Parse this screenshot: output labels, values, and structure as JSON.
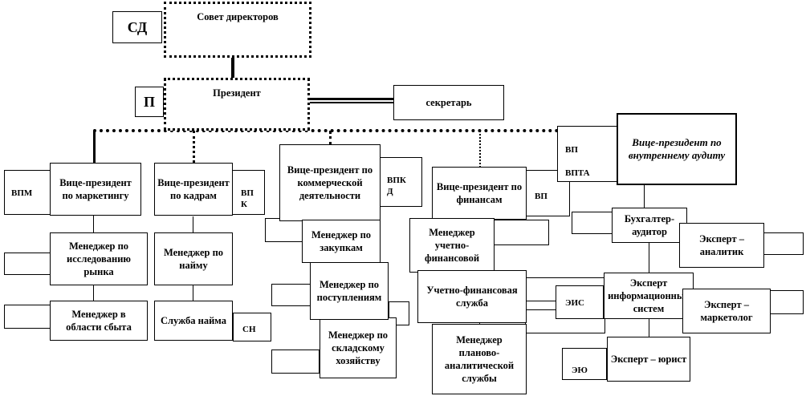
{
  "boxes": {
    "board": "Совет директоров",
    "president": "Президент",
    "secretary": "секретарь",
    "vp_marketing": "Вице-президент по маркетингу",
    "vp_hr": "Вице-президент по кадрам",
    "vp_commerce": "Вице-президент по коммерческой деятельности",
    "vp_finance": "Вице-президент по финансам",
    "vp_audit": "Вице-президент по внутреннему аудиту",
    "mgr_research": "Менеджер по исследованию рынка",
    "mgr_sales": "Менеджер в области сбыта",
    "mgr_hiring": "Менеджер по найму",
    "hiring_service": "Служба найма",
    "mgr_purchasing": "Менеджер по закупкам",
    "mgr_receiving": "Менеджер по поступлениям",
    "mgr_warehouse": "Менеджер по складскому хозяйству",
    "mgr_accounting": "Менеджер учетно-финансовой",
    "accounting_service": "Учетно-финансовая служба",
    "mgr_planning": "Менеджер планово-аналитической службы",
    "auditor": "Бухгалтер-аудитор",
    "expert_analyst": "Эксперт – аналитик",
    "expert_is": "Эксперт информационных систем",
    "expert_marketing": "Эксперт – маркетолог",
    "expert_lawyer": "Эксперт – юрист"
  },
  "tags": {
    "sd": "СД",
    "p": "П",
    "vpm": "ВПМ",
    "vpk": "ВП К",
    "vpkd": "ВПК Д",
    "vp_fin": "ВП",
    "vp_top": "ВП",
    "vpta": "ВПТА",
    "sn": "СН",
    "eis": "ЭИС",
    "eyu": "ЭЮ"
  }
}
